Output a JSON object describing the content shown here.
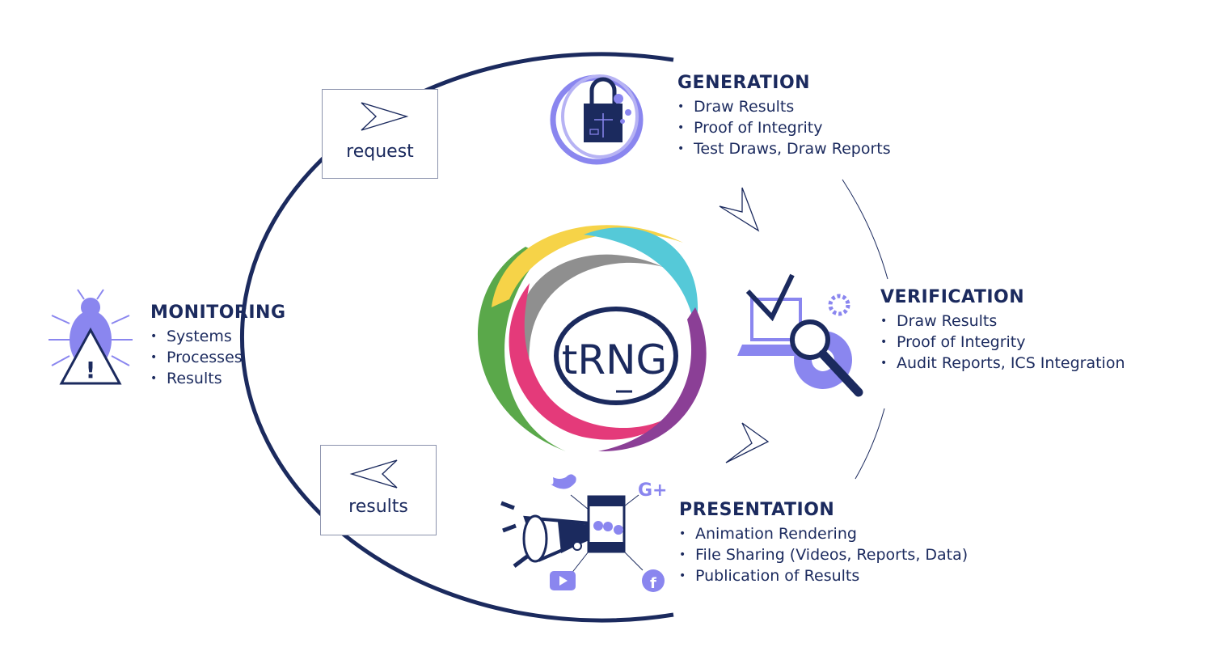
{
  "center": {
    "logo_text": "tRNG"
  },
  "flow": {
    "request_label": "request",
    "results_label": "results"
  },
  "sections": {
    "generation": {
      "title": "GENERATION",
      "items": [
        "Draw Results",
        "Proof of Integrity",
        "Test Draws, Draw Reports"
      ]
    },
    "verification": {
      "title": "VERIFICATION",
      "items": [
        "Draw Results",
        "Proof of Integrity",
        "Audit Reports, ICS Integration"
      ]
    },
    "presentation": {
      "title": "PRESENTATION",
      "items": [
        "Animation Rendering",
        "File Sharing (Videos, Reports, Data)",
        "Publication of Results"
      ]
    },
    "monitoring": {
      "title": "MONITORING",
      "items": [
        "Systems",
        "Processes",
        "Results"
      ]
    }
  },
  "colors": {
    "navy": "#1b2a5e",
    "lavender": "#8a86ef",
    "yellow": "#f6d348",
    "cyan": "#55c9d8",
    "gray": "#8f8f8f",
    "green": "#5aa84a",
    "pink": "#e43a7a",
    "purple": "#8b3f96"
  },
  "icons": {
    "generation": "padlock-icon",
    "verification": "magnifier-gear-icon",
    "presentation": "megaphone-filmstrip-icon",
    "monitoring": "bug-warning-icon",
    "social": [
      "twitter-icon",
      "google-plus-icon",
      "youtube-icon",
      "facebook-icon"
    ]
  }
}
